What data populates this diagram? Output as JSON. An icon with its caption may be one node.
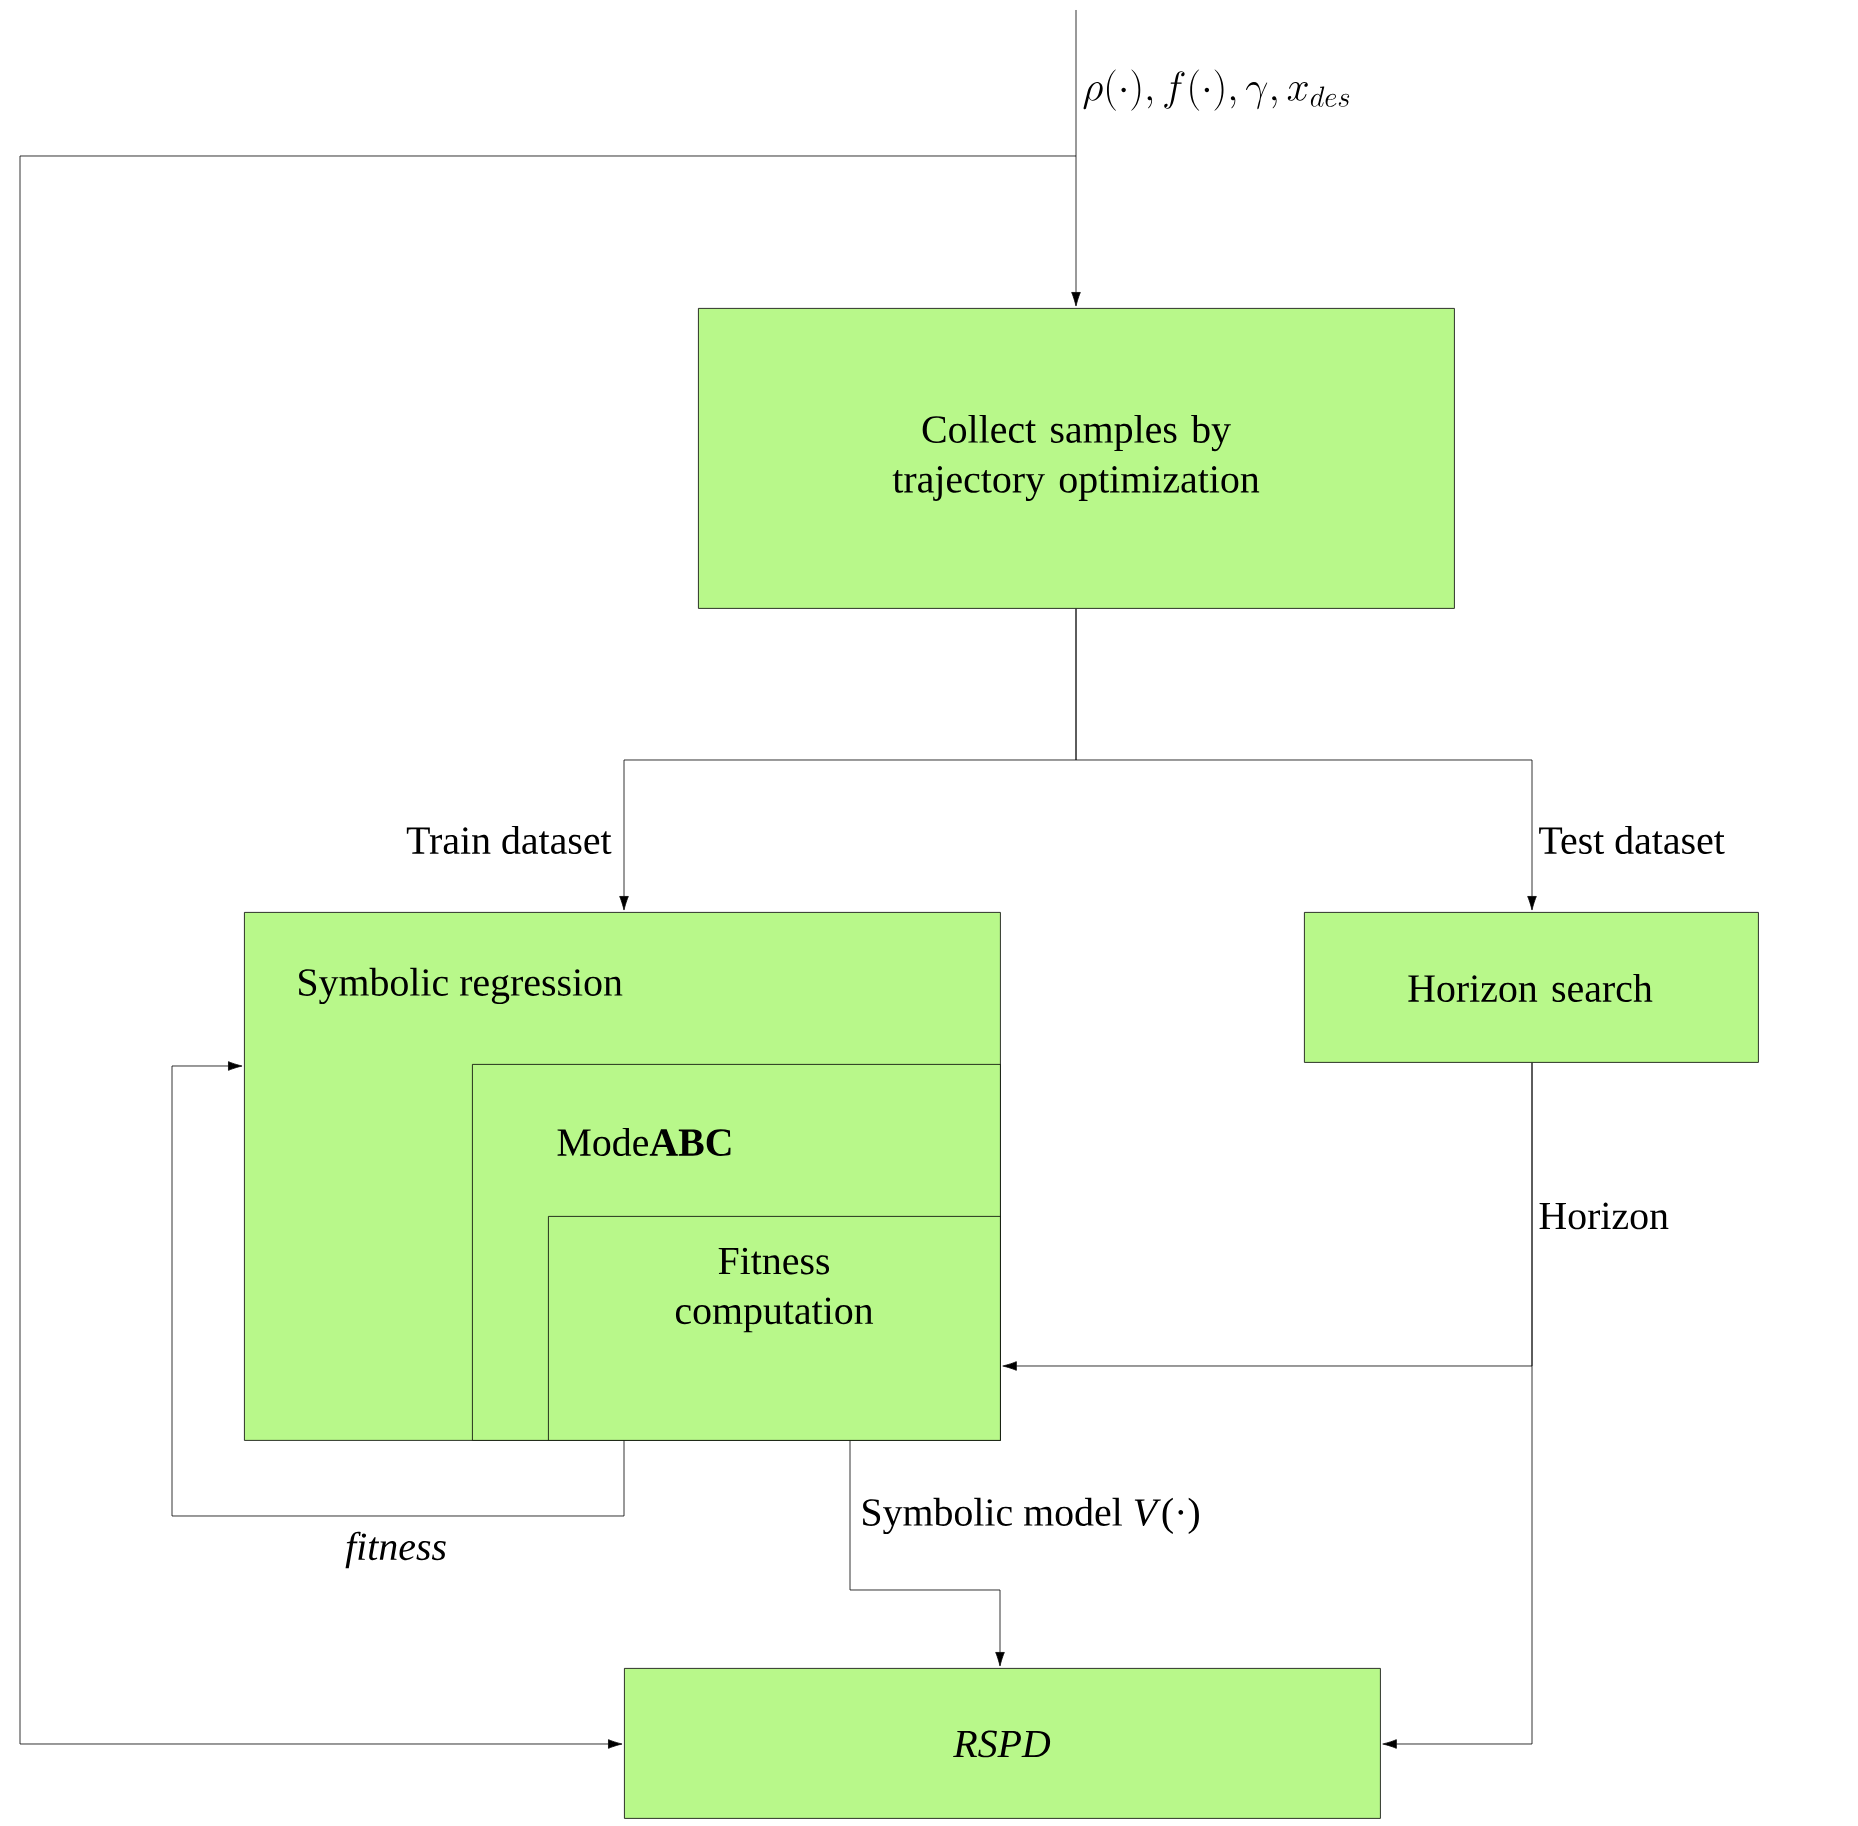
{
  "diagram": {
    "nodes": [
      {
        "text": [
          "Collect samples by trajectory optimization"
        ]
      },
      {
        "text": [
          "Symbolic regression"
        ]
      },
      {
        "text": [
          "Mode**ABC**"
        ],
        "in": 1
      },
      {
        "text": [
          "Fitness computation"
        ],
        "in": 2
      },
      {
        "text": [
          "Horizon search"
        ]
      },
      {
        "text": [
          "RSPD"
        ]
      }
    ],
    "edges": [
      {
        "from": null,
        "to": 0,
        "arrow": "to",
        "label": "\\rho(\\cdot), f(\\cdot), \\gamma, x_{des}"
      },
      {
        "from": null,
        "to": 5,
        "arrow": "to"
      },
      {
        "from": 0,
        "to": 1,
        "arrow": "to",
        "label": "Train dataset"
      },
      {
        "from": 0,
        "to": 4,
        "arrow": "to",
        "label": "Test dataset"
      },
      {
        "from": 4,
        "to": 3,
        "arrow": "to",
        "label": "Horizon"
      },
      {
        "from": 4,
        "to": 5,
        "arrow": "to"
      },
      {
        "from": 3,
        "to": 1,
        "arrow": "to",
        "label": "fitness"
      },
      {
        "from": 1,
        "to": 5,
        "arrow": "to",
        "label": "Symbolic model *V*(·)"
      }
    ]
  }
}
